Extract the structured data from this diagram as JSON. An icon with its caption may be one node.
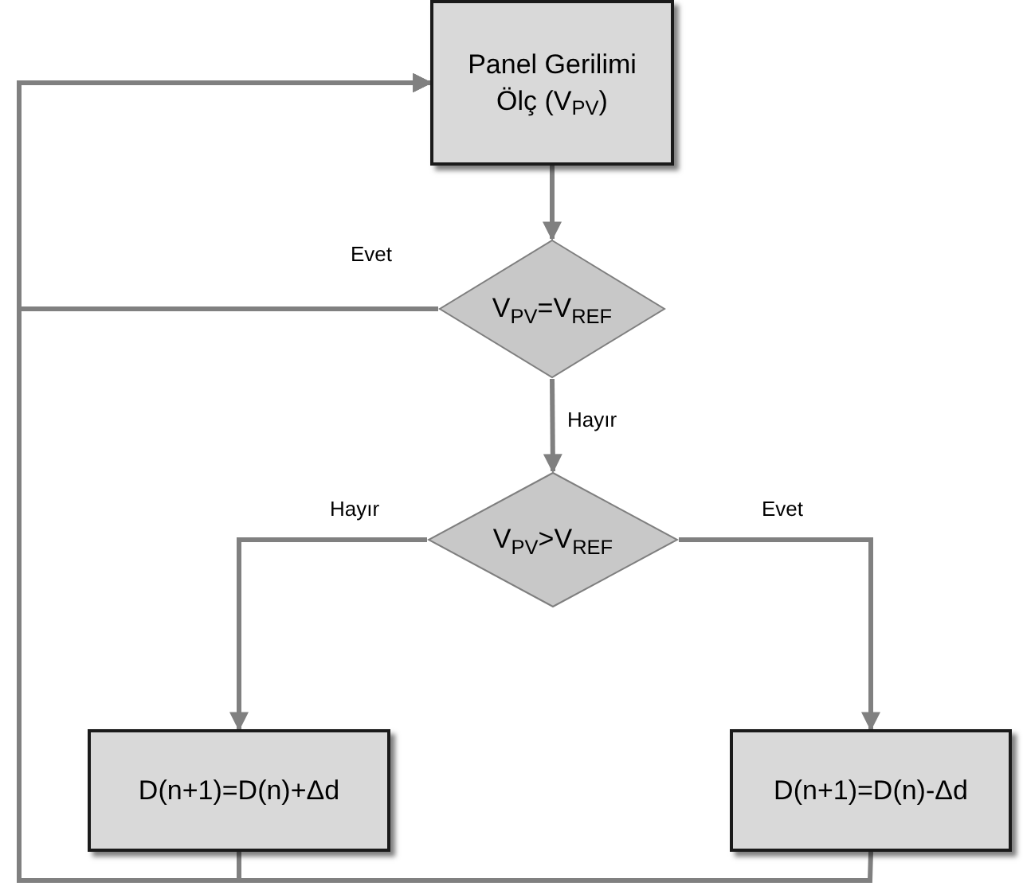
{
  "diagram": {
    "nodes": [
      {
        "text": [
          "Panel Gerilimi Ölç (V$_{PV}$)"
        ]
      },
      {
        "text": [
          "V$_{PV}$=V$_{REF}$"
        ]
      },
      {
        "text": [
          "V$_{PV}$>V$_{REF}$"
        ]
      },
      {
        "text": [
          "D(n+1)=D(n)+Δd"
        ]
      },
      {
        "text": [
          "D(n+1)=D(n)-Δd"
        ]
      }
    ],
    "edges": [
      {
        "from": 0,
        "to": 1,
        "arrow": "to"
      },
      {
        "from": 1,
        "to": 0,
        "arrow": "to",
        "label": "Evet"
      },
      {
        "from": 1,
        "to": 2,
        "arrow": "to",
        "label": "Hayır"
      },
      {
        "from": 2,
        "to": 3,
        "arrow": "to",
        "label": "Hayır"
      },
      {
        "from": 2,
        "to": 4,
        "arrow": "to",
        "label": "Evet"
      },
      {
        "from": 3,
        "to": 0,
        "arrow": "to"
      },
      {
        "from": 4,
        "to": 0,
        "arrow": "to"
      }
    ]
  }
}
